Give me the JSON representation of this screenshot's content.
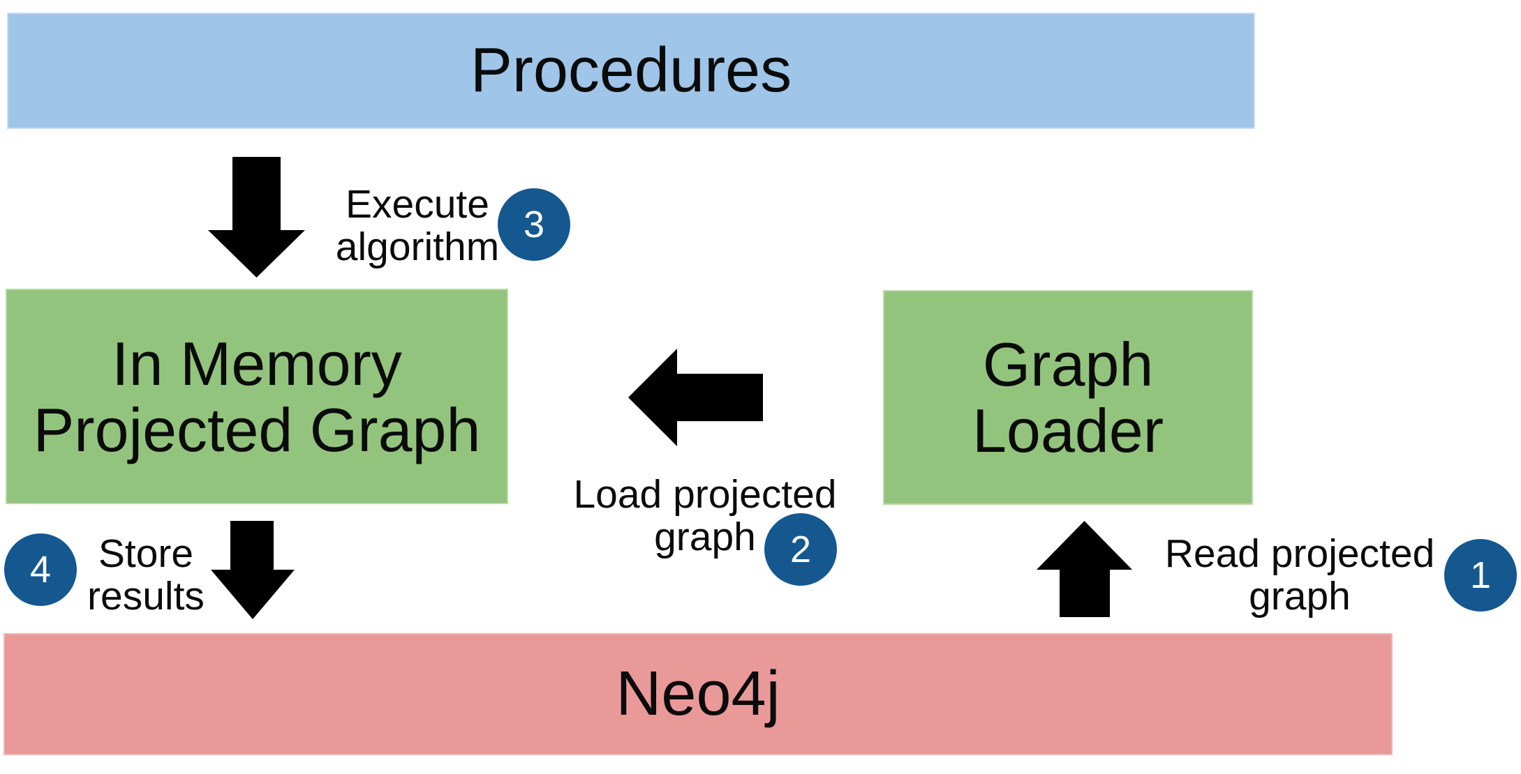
{
  "diagram": {
    "boxes": {
      "procedures": {
        "label": "Procedures"
      },
      "in_memory": {
        "label_line1": "In Memory",
        "label_line2": "Projected Graph"
      },
      "graph_loader": {
        "label_line1": "Graph",
        "label_line2": "Loader"
      },
      "neo4j": {
        "label": "Neo4j"
      }
    },
    "steps": [
      {
        "number": "1",
        "label_line1": "Read projected",
        "label_line2": "graph"
      },
      {
        "number": "2",
        "label_line1": "Load projected",
        "label_line2": "graph"
      },
      {
        "number": "3",
        "label_line1": "Execute",
        "label_line2": "algorithm"
      },
      {
        "number": "4",
        "label_line1": "Store",
        "label_line2": "results"
      }
    ],
    "colors": {
      "procedures_fill": "#9fc5e8",
      "memory_fill": "#93c47d",
      "neo4j_fill": "#ea9999",
      "step_badge_fill": "#14588f",
      "arrow_color": "#000000"
    }
  }
}
